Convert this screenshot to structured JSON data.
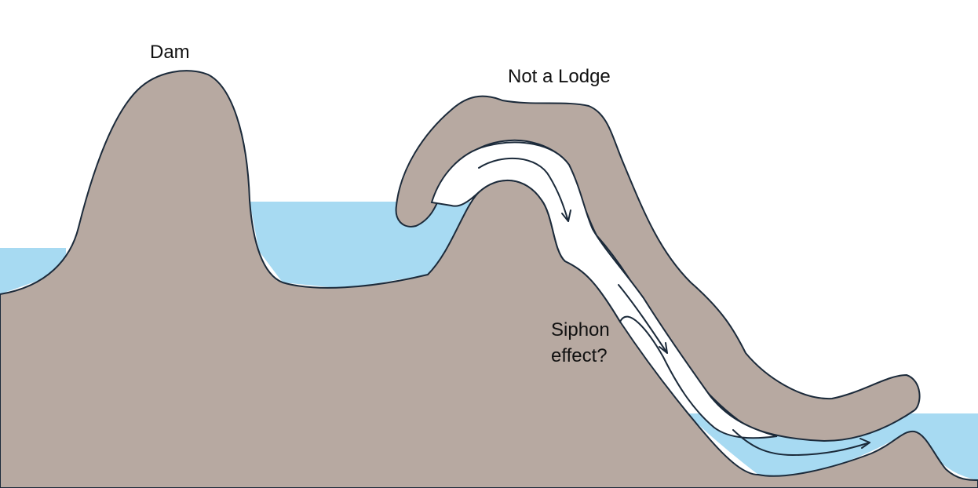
{
  "labels": {
    "dam": "Dam",
    "lodge": "Not a Lodge",
    "siphon_line1": "Siphon",
    "siphon_line2": "effect?"
  },
  "colors": {
    "earth": "#b7a9a1",
    "water": "#a7daf2",
    "outline": "#1b2a3a",
    "channel": "#ffffff"
  }
}
